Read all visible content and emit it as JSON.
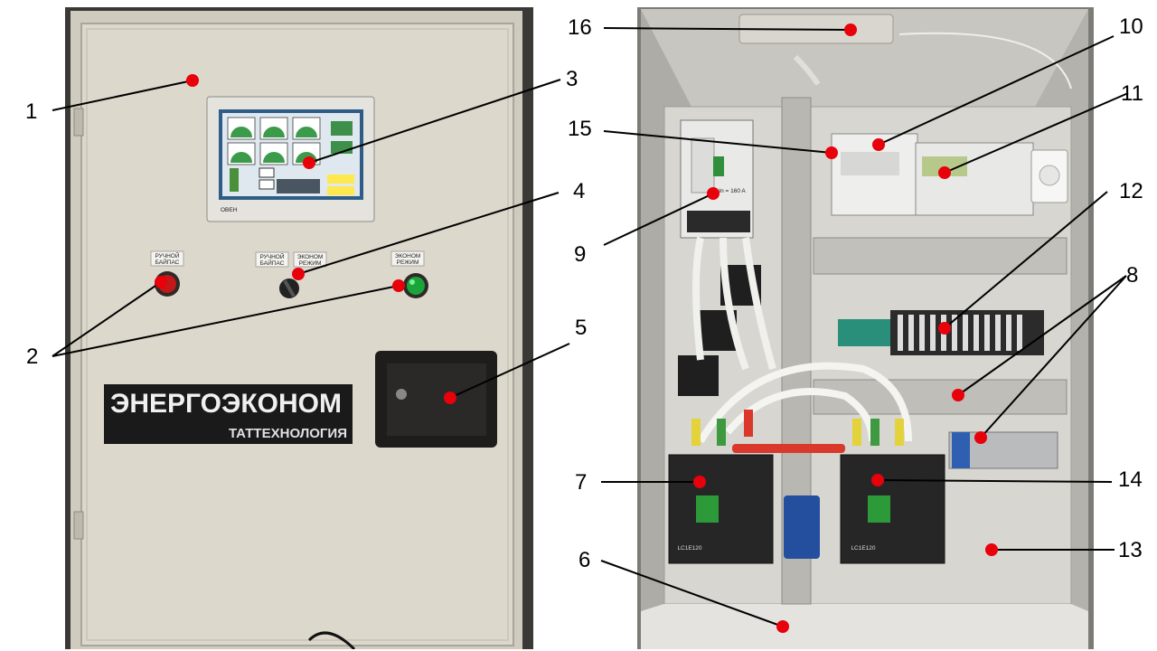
{
  "cabinet_front": {
    "brand_text": "ЭНЕРГОЭКОНОМ",
    "brand_subtext": "ТАТТЕХНОЛОГИЯ",
    "button_labels": {
      "bypass_lamp": [
        "РУЧНОЙ",
        "БАЙПАС"
      ],
      "mode_switch_left": [
        "РУЧНОЙ",
        "БАЙПАС"
      ],
      "mode_switch_right": [
        "ЭКОНОМ",
        "РЕЖИМ"
      ],
      "econom_lamp": [
        "ЭКОНОМ",
        "РЕЖИМ"
      ]
    },
    "hmi_brand": "ОВЕН"
  },
  "cabinet_inside": {
    "contactor_model_left": "LC1E120",
    "contactor_model_right": "LC1E120",
    "breaker_rating": "In = 160 A"
  },
  "callouts": {
    "n1": "1",
    "n2": "2",
    "n3": "3",
    "n4": "4",
    "n5": "5",
    "n6": "6",
    "n7": "7",
    "n8": "8",
    "n9": "9",
    "n10": "10",
    "n11": "11",
    "n12": "12",
    "n13": "13",
    "n14": "14",
    "n15": "15",
    "n16": "16"
  },
  "colors": {
    "marker_dot": "#e8000b",
    "leader_line": "#000000",
    "cabinet_paint": "#dcd8cc"
  }
}
